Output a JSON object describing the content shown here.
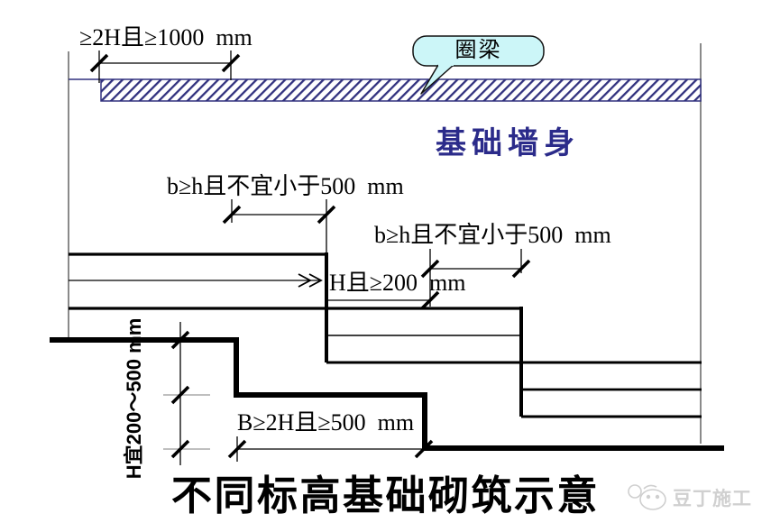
{
  "title": "不同标高基础砌筑示意",
  "diagram": {
    "callout": {
      "label": "圈梁"
    },
    "wall_label": "基础墙身",
    "dimensions": {
      "top": "≥2H且≥1000  mm",
      "b_left": "b≥h且不宜小于500  mm",
      "b_right": "b≥h且不宜小于500  mm",
      "h_step": "H且≥200  mm",
      "h_range": "H宜200～500 mm",
      "bottom": "B≥2H且≥500  mm"
    },
    "colors": {
      "hatch": "#31317e",
      "wall_label": "#2b2b8a",
      "callout_fill": "#ccf6f8",
      "line": "#000000",
      "border": "#8a8a8a",
      "watermark": "#d0d0d0"
    }
  },
  "watermark": {
    "label": "豆丁施工"
  }
}
